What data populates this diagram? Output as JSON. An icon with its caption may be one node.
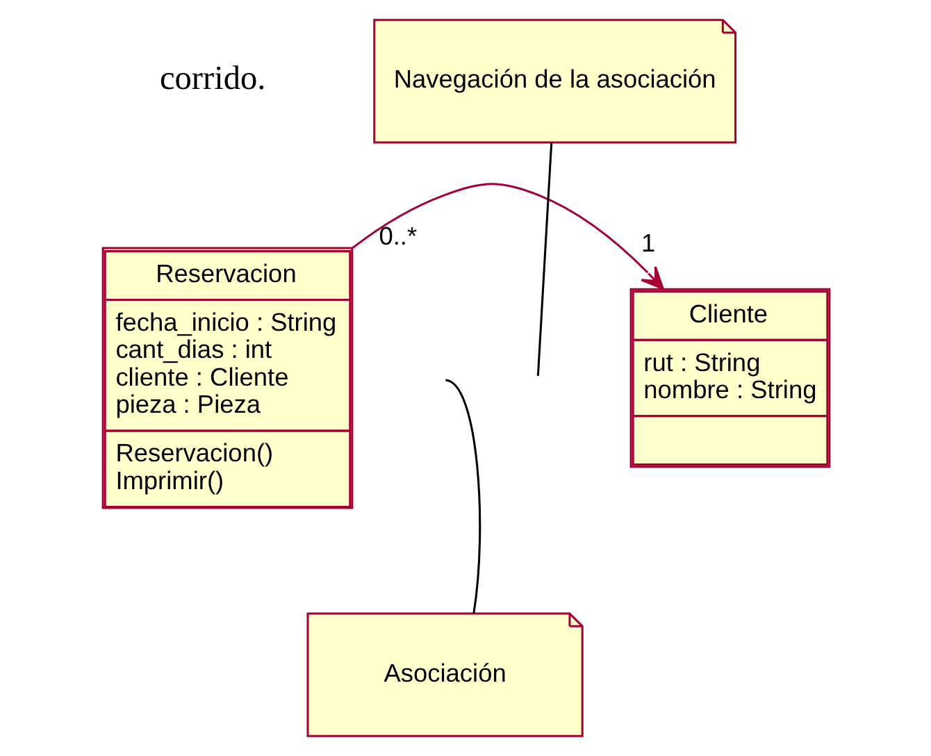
{
  "diagram": {
    "nodes": [
      {
        "text": [
          "Reservacion",
          "fecha_inicio : String",
          "cant_dias : int",
          "cliente : Cliente",
          "pieza : Pieza",
          "Reservacion()",
          "Imprimir()"
        ]
      },
      {
        "text": [
          "Cliente",
          "rut : String",
          "nombre : String"
        ]
      },
      {
        "text": [
          "Navegación de la asociación"
        ]
      },
      {
        "text": [
          "Asociación"
        ]
      }
    ],
    "edges": [
      {
        "from": 0,
        "to": 1,
        "arrow": "to",
        "color": "#a50034"
      },
      {
        "from": 2,
        "to": null,
        "arrow": "none"
      },
      {
        "from": 3,
        "to": null,
        "arrow": "none"
      }
    ],
    "labels": [
      "corrido.",
      "0..*",
      "1"
    ]
  }
}
